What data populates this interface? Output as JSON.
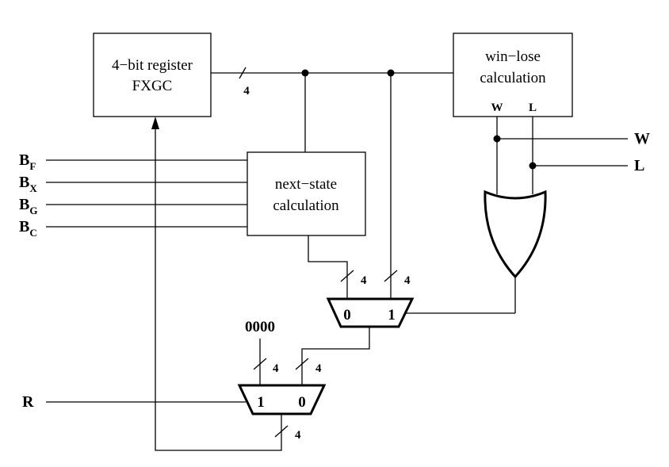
{
  "blocks": {
    "register": {
      "line1": "4−bit register",
      "line2": "FXGC"
    },
    "next_state": {
      "line1": "next−state",
      "line2": "calculation"
    },
    "win_lose": {
      "line1": "win−lose",
      "line2": "calculation",
      "port_w": "W",
      "port_l": "L"
    }
  },
  "inputs": [
    {
      "base": "B",
      "sub": "F"
    },
    {
      "base": "B",
      "sub": "X"
    },
    {
      "base": "B",
      "sub": "G"
    },
    {
      "base": "B",
      "sub": "C"
    }
  ],
  "reset_input": "R",
  "outputs": {
    "w": "W",
    "l": "L"
  },
  "constant": "0000",
  "mux_upper": {
    "in0": "0",
    "in1": "1"
  },
  "mux_lower": {
    "in1": "1",
    "in0": "0"
  },
  "bus_widths": {
    "register_out": "4",
    "upper_mux_in0": "4",
    "upper_mux_in1": "4",
    "lower_mux_const": "4",
    "lower_mux_in0": "4",
    "feedback": "4"
  }
}
